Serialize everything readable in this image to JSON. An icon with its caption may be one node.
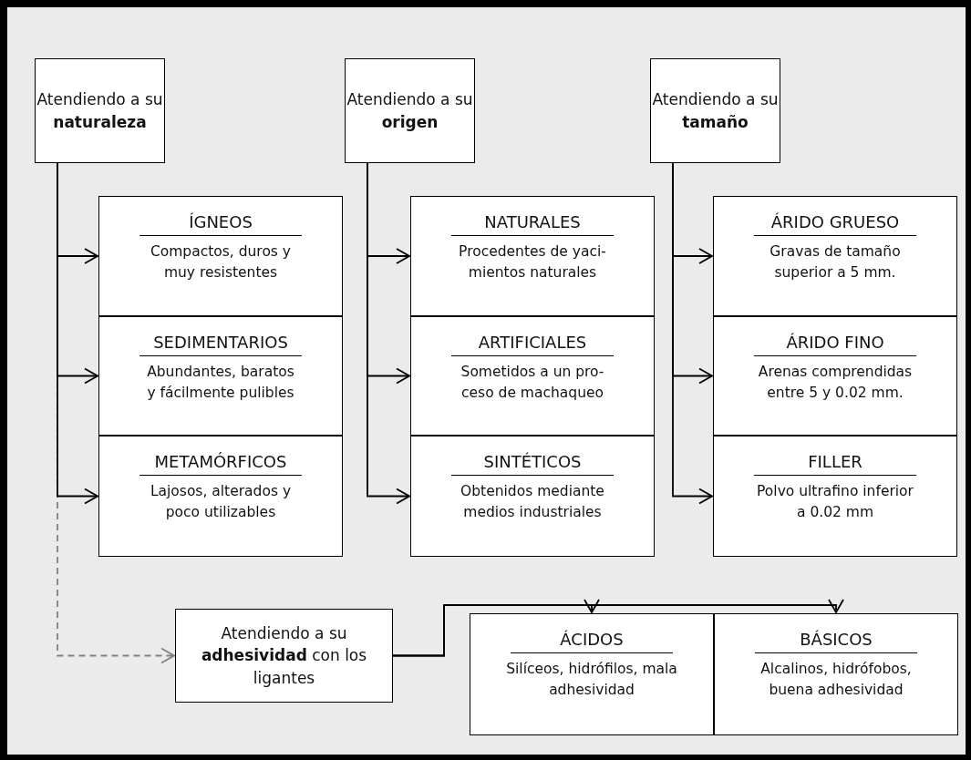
{
  "diagram": {
    "nodes": [
      {
        "text": [
          "Atendiendo a su **naturaleza**"
        ]
      },
      {
        "text": [
          "Atendiendo a su **origen**"
        ]
      },
      {
        "text": [
          "Atendiendo a su **tamaño**"
        ]
      },
      {
        "text": [
          "ÍGNEOS",
          "Compactos, duros y muy resistentes"
        ]
      },
      {
        "text": [
          "SEDIMENTARIOS",
          "Abundantes, baratos y fácilmente pulibles"
        ]
      },
      {
        "text": [
          "METAMÓRFICOS",
          "Lajosos, alterados y poco utilizables"
        ]
      },
      {
        "text": [
          "NATURALES",
          "Procedentes de yaci- mientos naturales"
        ]
      },
      {
        "text": [
          "ARTIFICIALES",
          "Sometidos a un pro- ceso de machaqueo"
        ]
      },
      {
        "text": [
          "SINTÉTICOS",
          "Obtenidos mediante medios industriales"
        ]
      },
      {
        "text": [
          "ÁRIDO GRUESO",
          "Gravas de tamaño superior a 5 mm."
        ]
      },
      {
        "text": [
          "ÁRIDO FINO",
          "Arenas comprendidas entre 5 y 0.02 mm."
        ]
      },
      {
        "text": [
          "FILLER",
          "Polvo ultrafino inferior a 0.02 mm"
        ]
      },
      {
        "text": [
          "Atendiendo a su **adhesividad** con los ligantes"
        ]
      },
      {
        "text": [
          "ÁCIDOS",
          "Silíceos, hidrófilos, mala adhesividad"
        ]
      },
      {
        "text": [
          "BÁSICOS",
          "Alcalinos, hidrófobos, buena adhesividad"
        ]
      }
    ],
    "edges": [
      {
        "from": 0,
        "to": 3,
        "arrow": "to"
      },
      {
        "from": 0,
        "to": 4,
        "arrow": "to"
      },
      {
        "from": 0,
        "to": 5,
        "arrow": "to"
      },
      {
        "from": 0,
        "to": 12,
        "arrow": "to",
        "style": "dashed",
        "color": "#808080"
      },
      {
        "from": 1,
        "to": 6,
        "arrow": "to"
      },
      {
        "from": 1,
        "to": 7,
        "arrow": "to"
      },
      {
        "from": 1,
        "to": 8,
        "arrow": "to"
      },
      {
        "from": 2,
        "to": 9,
        "arrow": "to"
      },
      {
        "from": 2,
        "to": 10,
        "arrow": "to"
      },
      {
        "from": 2,
        "to": 11,
        "arrow": "to"
      },
      {
        "from": 12,
        "to": 13,
        "arrow": "to"
      },
      {
        "from": 12,
        "to": 14,
        "arrow": "to"
      }
    ]
  }
}
